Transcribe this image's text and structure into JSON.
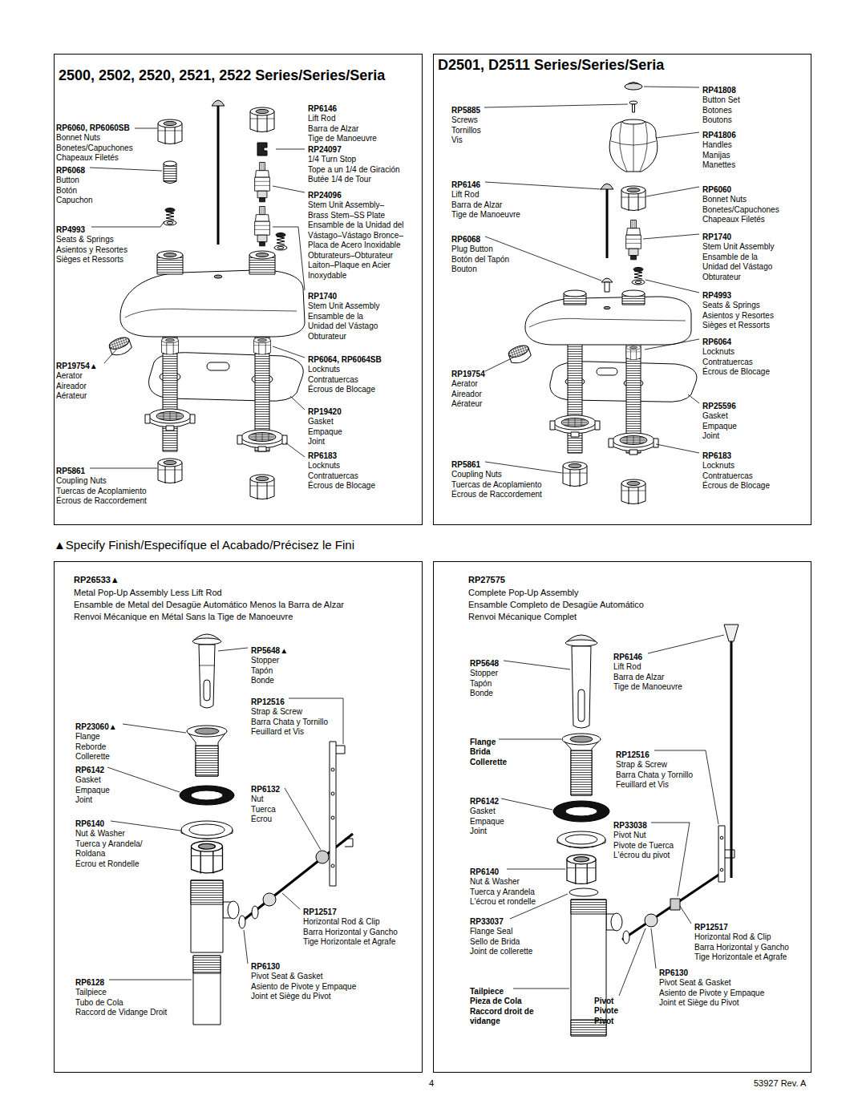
{
  "diagram": {
    "nodes": [
      {
        "text": [
          "2500, 2502, 2520, 2521, 2522 Series/Series/Seria"
        ]
      },
      {
        "text": [
          "D2501, D2511 Series/Series/Seria"
        ]
      },
      {
        "text": [
          "RP26533▲",
          "Metal Pop-Up Assembly Less Lift Rod",
          "Ensamble de Metal del Desagüe Automático Menos la Barra de Alzar",
          "Renvoi Mécanique en Métal Sans la Tige de Manoeuvre"
        ]
      },
      {
        "text": [
          "RP27575",
          "Complete Pop-Up Assembly",
          "Ensamble Completo de Desagüe Automático",
          "Renvoi Mécanique Complet"
        ]
      }
    ],
    "labels": [
      "RP6060, RP6060SB",
      "Bonnet Nuts",
      "Bonetes/Capuchones",
      "Chapeaux Filetés",
      "RP6068",
      "Button",
      "Botón",
      "Capuchon",
      "RP4993",
      "Seats & Springs",
      "Asientos y Resortes",
      "Sièges et Ressorts",
      "RP19754▲",
      "Aerator",
      "Aireador",
      "Aérateur",
      "RP5861",
      "Coupling Nuts",
      "Tuercas de Acoplamiento",
      "Écrous de Raccordement",
      "RP6146",
      "Lift Rod",
      "Barra de Alzar",
      "Tige de Manoeuvre",
      "RP24097",
      "1/4 Turn Stop",
      "Tope a un 1/4 de Giración",
      "Butée 1/4 de Tour",
      "RP24096",
      "Stem Unit Assembly–",
      "Brass Stem–SS Plate",
      "Ensamble de la Unidad del",
      "Vástago–Vástago Bronce–",
      "Placa de Acero Inoxidable",
      "Obturateurs–Obturateur",
      "Laiton–Plaque en Acier",
      "Inoxydable",
      "RP1740",
      "Stem Unit Assembly",
      "Ensamble de la",
      "Unidad del Vástago",
      "Obturateur",
      "RP6064, RP6064SB",
      "Locknuts",
      "Contratuercas",
      "Écrous de Blocage",
      "RP19420",
      "Gasket",
      "Empaque",
      "Joint",
      "RP6183",
      "Locknuts",
      "Contratuercas",
      "Écrous de Blocage",
      "RP5885",
      "Screws",
      "Tornillos",
      "Vis",
      "RP6146",
      "Lift Rod",
      "Barra de Alzar",
      "Tige de Manoeuvre",
      "RP6068",
      "Plug Button",
      "Botón del Tapón",
      "Bouton",
      "RP19754",
      "Aerator",
      "Aireador",
      "Aérateur",
      "RP5861",
      "Coupling Nuts",
      "Tuercas de Acoplamiento",
      "Écrous de Raccordement",
      "RP41808",
      "Button Set",
      "Botones",
      "Boutons",
      "RP41806",
      "Handles",
      "Manijas",
      "Manettes",
      "RP6060",
      "Bonnet Nuts",
      "Bonetes/Capuchones",
      "Chapeaux Filetés",
      "RP1740",
      "Stem Unit Assembly",
      "Ensamble de la",
      "Unidad del Vástago",
      "Obturateur",
      "RP4993",
      "Seats & Springs",
      "Asientos y Resortes",
      "Sièges et Ressorts",
      "RP6064",
      "Locknuts",
      "Contratuercas",
      "Écrous de Blocage",
      "RP25596",
      "Gasket",
      "Empaque",
      "Joint",
      "RP6183",
      "Locknuts",
      "Contratuercas",
      "Écrous de Blocage",
      "▲Specify Finish/Especifíque el Acabado/Précisez le Fini",
      "RP5648▲",
      "Stopper",
      "Tapón",
      "Bonde",
      "RP12516",
      "Strap & Screw",
      "Barra Chata y Tornillo",
      "Feuillard et Vis",
      "RP23060▲",
      "Flange",
      "Reborde",
      "Collerette",
      "RP6142",
      "Gasket",
      "Empaque",
      "Joint",
      "RP6132",
      "Nut",
      "Tuerca",
      "Écrou",
      "RP6140",
      "Nut & Washer",
      "Tuerca y Arandela/",
      "Roldana",
      "Écrou et Rondelle",
      "RP12517",
      "Horizontal Rod & Clip",
      "Barra Horizontal y Gancho",
      "Tige Horizontale et Agrafe",
      "RP6130",
      "Pivot Seat & Gasket",
      "Asiento de Pivote y Empaque",
      "Joint et Siège du Pivot",
      "RP6128",
      "Tailpiece",
      "Tubo de Cola",
      "Raccord de Vidange Droit",
      "RP5648",
      "Stopper",
      "Tapón",
      "Bonde",
      "RP6146",
      "Lift Rod",
      "Barra de Alzar",
      "Tige de Manoeuvre",
      "Flange",
      "Brida",
      "Collerette",
      "RP12516",
      "Strap & Screw",
      "Barra Chata y Tornillo",
      "Feuillard et Vis",
      "RP6142",
      "Gasket",
      "Empaque",
      "Joint",
      "RP33038",
      "Pivot Nut",
      "Pivote de Tuerca",
      "L'écrou du pivot",
      "RP6140",
      "Nut & Washer",
      "Tuerca y Arandela",
      "L'écrou et rondelle",
      "RP33037",
      "Flange Seal",
      "Sello de Brida",
      "Joint de collerette",
      "RP12517",
      "Horizontal Rod & Clip",
      "Barra Horizontal y Gancho",
      "Tige Horizontale et Agrafe",
      "RP6130",
      "Pivot Seat & Gasket",
      "Asiento de Pivote y Empaque",
      "Joint et Siège du Pivot",
      "Tailpiece",
      "Pieza de Cola",
      "Raccord droit de",
      "vidange",
      "Pivot",
      "Pivote",
      "Pivot",
      "4",
      "53927 Rev. A"
    ]
  }
}
